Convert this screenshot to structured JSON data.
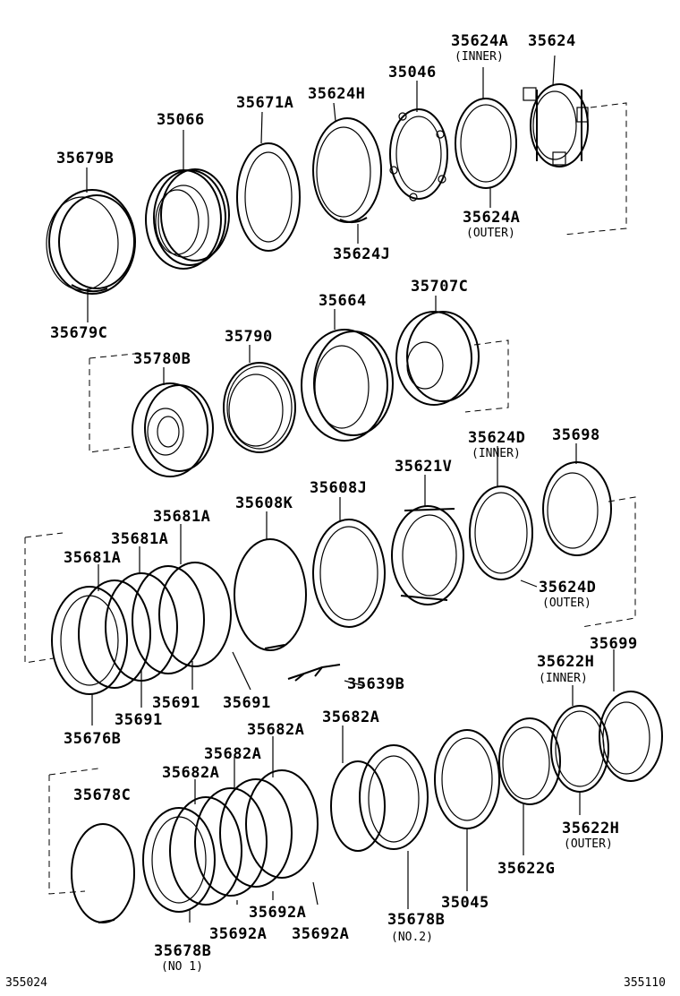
{
  "parts": {
    "p35624A": "35624A",
    "p35624A_inner": "(INNER)",
    "p35624": "35624",
    "p35046": "35046",
    "p35624H": "35624H",
    "p35671A": "35671A",
    "p35066": "35066",
    "p35679B": "35679B",
    "p35624A_outer_code": "35624A",
    "p35624A_outer": "(OUTER)",
    "p35624J": "35624J",
    "p35679C": "35679C",
    "p35664": "35664",
    "p35707C": "35707C",
    "p35790": "35790",
    "p35780B": "35780B",
    "p35624D": "35624D",
    "p35624D_inner": "(INNER)",
    "p35698": "35698",
    "p35621V": "35621V",
    "p35608J": "35608J",
    "p35608K": "35608K",
    "p35681A_1": "35681A",
    "p35681A_2": "35681A",
    "p35681A_3": "35681A",
    "p35624D_outer_code": "35624D",
    "p35624D_outer": "(OUTER)",
    "p35699": "35699",
    "p35622H": "35622H",
    "p35622H_inner": "(INNER)",
    "p35639B": "35639B",
    "p35691_1": "35691",
    "p35691_2": "35691",
    "p35691_3": "35691",
    "p35676B": "35676B",
    "p35682A_1": "35682A",
    "p35682A_2": "35682A",
    "p35682A_3": "35682A",
    "p35682A_4": "35682A",
    "p35678C": "35678C",
    "p35622H_outer_code": "35622H",
    "p35622H_outer": "(OUTER)",
    "p35622G": "35622G",
    "p35045": "35045",
    "p35692A_1": "35692A",
    "p35692A_2": "35692A",
    "p35692A_3": "35692A",
    "p35678B_no2": "35678B",
    "p35678B_no2_sub": "(NO.2)",
    "p35678B_no1": "35678B",
    "p35678B_no1_sub": "(NO 1)"
  },
  "footer": {
    "left_code": "355024",
    "right_code": "355110"
  }
}
